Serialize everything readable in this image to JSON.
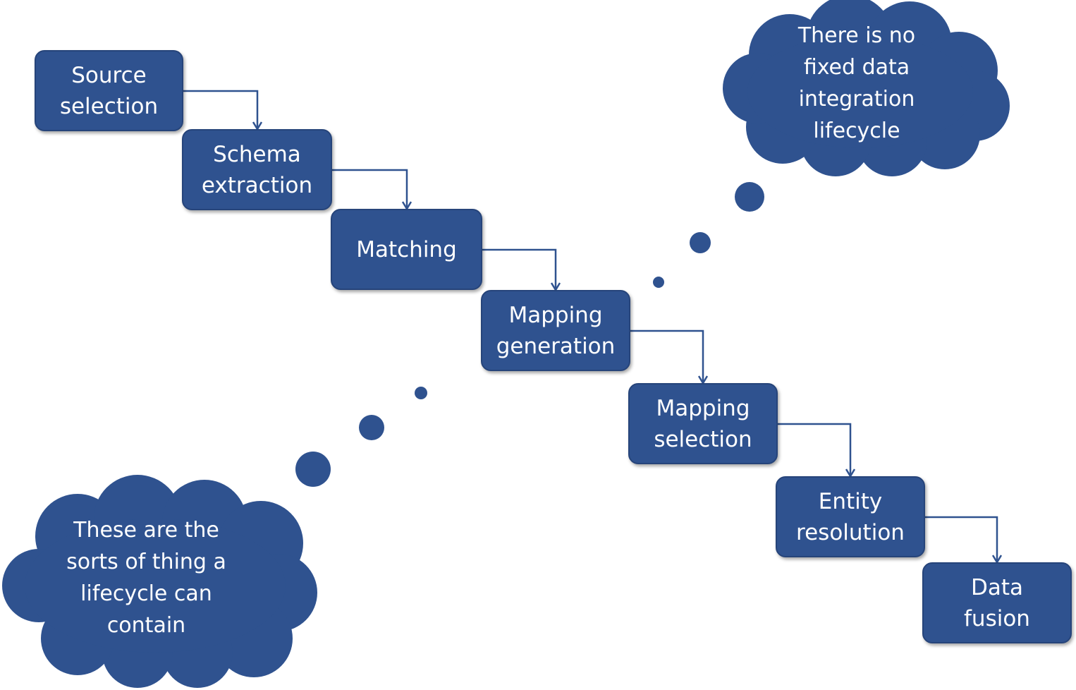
{
  "colors": {
    "box_fill": "#2f528f",
    "box_border": "#26447a",
    "arrow": "#2f528f",
    "cloud_fill": "#2f528f",
    "text": "#ffffff",
    "background": "#ffffff"
  },
  "steps": [
    {
      "id": "source-selection",
      "label": "Source\nselection"
    },
    {
      "id": "schema-extraction",
      "label": "Schema\nextraction"
    },
    {
      "id": "matching",
      "label": "Matching"
    },
    {
      "id": "mapping-generation",
      "label": "Mapping\ngeneration"
    },
    {
      "id": "mapping-selection",
      "label": "Mapping\nselection"
    },
    {
      "id": "entity-resolution",
      "label": "Entity\nresolution"
    },
    {
      "id": "data-fusion",
      "label": "Data\nfusion"
    }
  ],
  "callouts": {
    "top_right": {
      "text": "There is no\nfixed data\nintegration\nlifecycle"
    },
    "bottom_left": {
      "text": "These are the\nsorts of thing a\nlifecycle can\ncontain"
    }
  }
}
